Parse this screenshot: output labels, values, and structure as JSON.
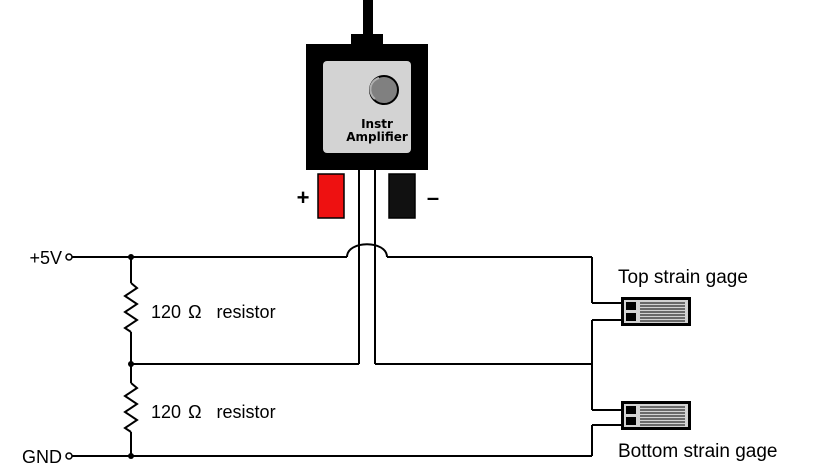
{
  "amplifier": {
    "label_line1": "Instr",
    "label_line2": "Amplifier",
    "plus_sign": "+",
    "minus_sign": "–",
    "colors": {
      "plus_lead": "#ee1111",
      "minus_lead": "#111111",
      "body_outer": "#000000",
      "body_inner": "#d3d3d3"
    }
  },
  "terminals": {
    "vplus": "+5V",
    "gnd": "GND"
  },
  "resistors": [
    {
      "value": "120",
      "unit": "Ω",
      "text": "resistor"
    },
    {
      "value": "120",
      "unit": "Ω",
      "text": "resistor"
    }
  ],
  "gages": {
    "top": "Top strain gage",
    "bottom": "Bottom strain gage"
  }
}
